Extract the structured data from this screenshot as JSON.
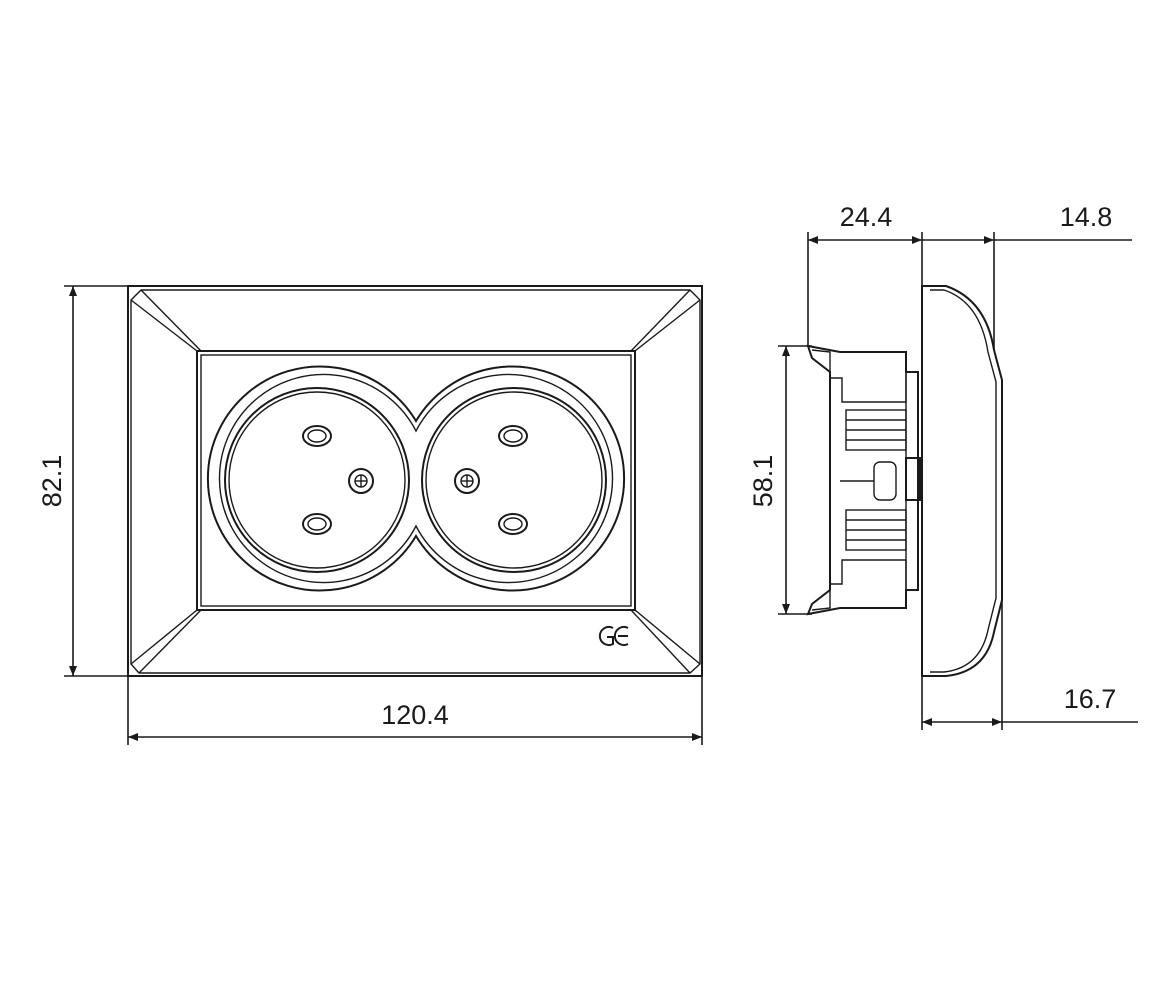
{
  "dimensions": {
    "front_width": "120.4",
    "front_height": "82.1",
    "side_depth_base": "24.4",
    "side_depth_cover": "14.8",
    "side_height_base": "58.1",
    "side_depth_bottom": "16.7"
  },
  "front_view": {
    "socket_count": 2,
    "logo_icon": "ge-logo-icon"
  }
}
